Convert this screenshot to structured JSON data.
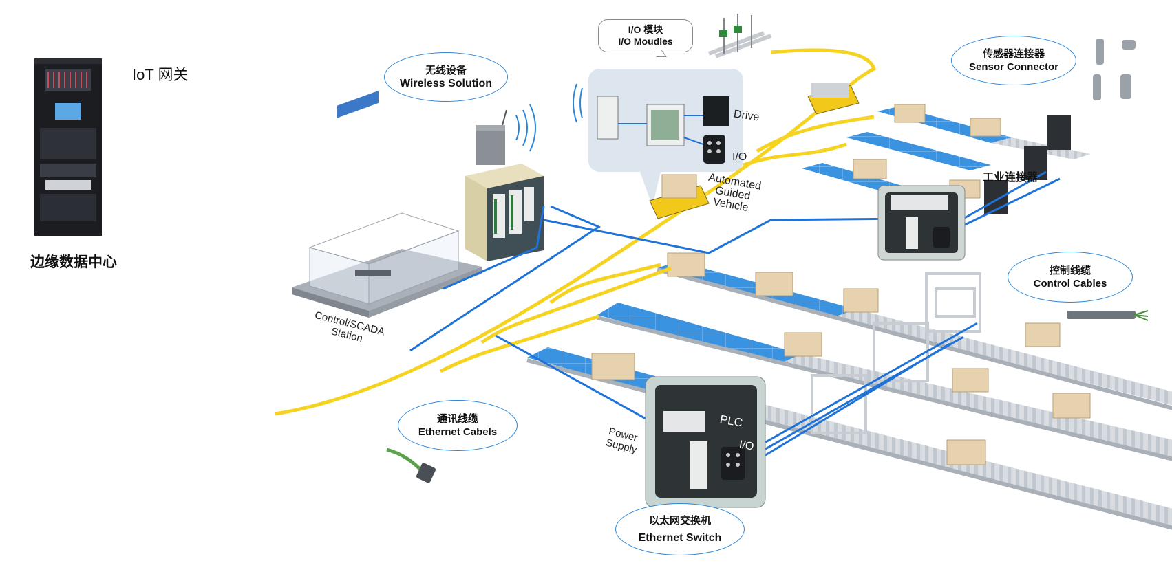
{
  "edge": {
    "title": "边缘数据中心",
    "gateway_label": "IoT 网关"
  },
  "callouts": {
    "wireless": {
      "zh": "无线设备",
      "en": "Wireless Solution"
    },
    "io_module": {
      "zh": "I/O 模块",
      "en": "I/O Moudles"
    },
    "sensor": {
      "zh": "传感器连接器",
      "en": "Sensor Connector"
    },
    "control_cables": {
      "zh": "控制线缆",
      "en": "Control Cables"
    },
    "ethernet_cables": {
      "zh": "通讯线缆",
      "en": "Ethernet Cabels"
    },
    "ethernet_switch": {
      "zh": "以太网交换机",
      "en": "Ethernet Switch"
    }
  },
  "labels": {
    "industrial_connector": "工业连接器",
    "scada_line1": "Control/SCADA",
    "scada_line2": "Station",
    "agv_line1": "Automated",
    "agv_line2": "Guided",
    "agv_line3": "Vehicle",
    "drive": "Drive",
    "io_top": "I/O",
    "plc": "PLC",
    "io_bottom": "I/O",
    "power_line1": "Power",
    "power_line2": "Supply"
  },
  "colors": {
    "ethernet_line": "#1f73d8",
    "agv_track": "#f5d320",
    "conveyor_blue": "#3a93e0",
    "callout_border": "#2a86d8"
  }
}
